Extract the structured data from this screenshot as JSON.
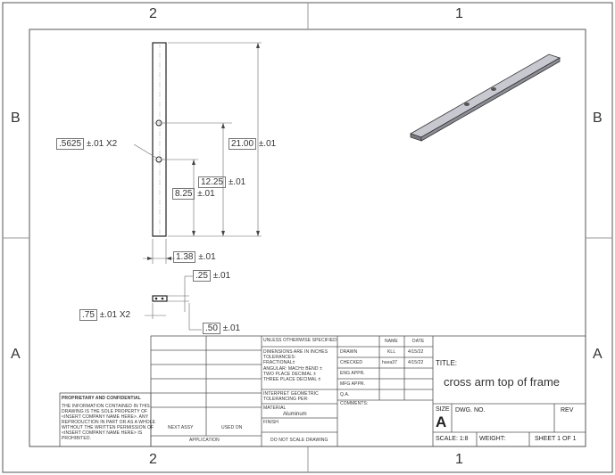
{
  "zones": {
    "top_left": "2",
    "top_right": "1",
    "bottom_left": "2",
    "bottom_right": "1",
    "left_upper": "B",
    "left_lower": "A",
    "right_upper": "B",
    "right_lower": "A"
  },
  "dimensions": {
    "hole_dia": ".5625",
    "hole_dia_tol": "±.01",
    "hole_dia_qty": "X2",
    "overall_len": "21.00",
    "overall_len_tol": "±.01",
    "hole2_pos": "12.25",
    "hole2_pos_tol": "±.01",
    "hole1_pos": "8.25",
    "hole1_pos_tol": "±.01",
    "width": "1.38",
    "width_tol": "±.01",
    "thick": ".25",
    "thick_tol": "±.01",
    "slot_pitch": ".75",
    "slot_pitch_tol": "±.01",
    "slot_qty": "X2",
    "edge": ".50",
    "edge_tol": "±.01"
  },
  "title_block": {
    "unless_specified": "UNLESS OTHERWISE SPECIFIED:",
    "dims_note": "DIMENSIONS ARE IN INCHES",
    "tolerances": "TOLERANCES:",
    "fractional": "FRACTIONAL±",
    "angular": "ANGULAR: MACH±    BEND ±",
    "two_place": "TWO PLACE DECIMAL    ±",
    "three_place": "THREE PLACE DECIMAL  ±",
    "interpret": "INTERPRET GEOMETRIC TOLERANCING PER:",
    "material_label": "MATERIAL",
    "material": "Aluminum",
    "finish": "FINISH",
    "no_scale": "DO NOT SCALE DRAWING",
    "next_assy": "NEXT ASSY",
    "used_on": "USED ON",
    "application": "APPLICATION",
    "name_hdr": "NAME",
    "date_hdr": "DATE",
    "drawn": "DRAWN",
    "drawn_name": "KLL",
    "drawn_date": "4/15/22",
    "checked": "CHECKED",
    "checked_name": "hsea37",
    "checked_date": "4/15/22",
    "eng_appr": "ENG APPR.",
    "mfg_appr": "MFG APPR.",
    "qa": "Q.A.",
    "comments": "COMMENTS:",
    "title_label": "TITLE:",
    "title": "cross arm top of frame",
    "size_label": "SIZE",
    "size": "A",
    "dwg_no": "DWG. NO.",
    "rev": "REV",
    "scale": "SCALE: 1:8",
    "weight": "WEIGHT:",
    "sheet": "SHEET 1 OF 1",
    "prop_title": "PROPRIETARY AND CONFIDENTIAL",
    "prop_lines": [
      "THE INFORMATION CONTAINED IN THIS",
      "DRAWING IS THE SOLE PROPERTY OF",
      "<INSERT COMPANY NAME HERE>. ANY",
      "REPRODUCTION IN PART OR AS A WHOLE",
      "WITHOUT THE WRITTEN PERMISSION OF",
      "<INSERT COMPANY NAME HERE> IS",
      "PROHIBITED."
    ]
  }
}
